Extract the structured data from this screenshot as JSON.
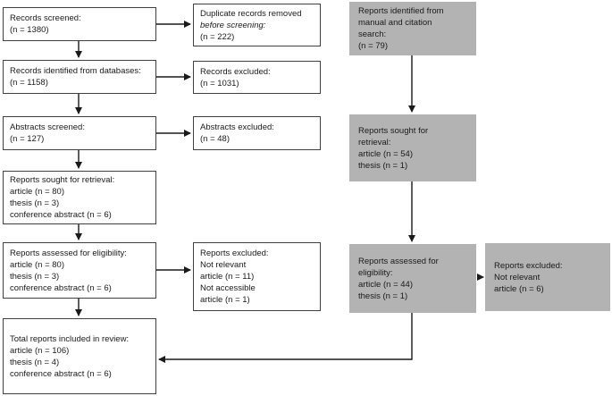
{
  "colors": {
    "gray_box_fill": "#b3b3b3",
    "white_box_border": "#404040",
    "arrow": "#1a1a1a",
    "text": "#1a1a1a",
    "background": "#ffffff"
  },
  "boxes": {
    "records_screened": {
      "lines": [
        "Records screened:",
        "(n = 1380)"
      ]
    },
    "records_identified_databases": {
      "lines": [
        "Records identified from databases:",
        "(n = 1158)"
      ]
    },
    "abstracts_screened": {
      "lines": [
        "Abstracts screened:",
        "(n = 127)"
      ]
    },
    "reports_sought_retrieval": {
      "lines": [
        "Reports sought for retrieval:",
        "article (n = 80)",
        "thesis (n = 3)",
        "conference abstract (n = 6)"
      ]
    },
    "reports_assessed_eligibility": {
      "lines": [
        "Reports assessed for eligibility:",
        "article (n = 80)",
        "thesis (n = 3)",
        "conference abstract (n = 6)"
      ]
    },
    "total_reports_included": {
      "lines": [
        "Total reports included in review:",
        "article (n = 106)",
        "thesis (n = 4)",
        "conference abstract (n = 6)"
      ]
    },
    "duplicate_records_removed": {
      "lines": [
        "Duplicate records removed",
        "before screening:",
        "(n = 222)"
      ]
    },
    "records_excluded": {
      "lines": [
        "Records excluded:",
        "(n = 1031)"
      ]
    },
    "abstracts_excluded": {
      "lines": [
        "Abstracts excluded:",
        "(n = 48)"
      ]
    },
    "reports_excluded_database_arm": {
      "lines": [
        "Reports excluded:",
        "Not relevant",
        "article (n = 11)",
        "Not accessible",
        "article (n = 1)"
      ]
    },
    "reports_identified_manual_citation": {
      "lines": [
        "Reports identified from",
        "manual and citation",
        "search:",
        "(n = 79)"
      ]
    },
    "reports_sought_retrieval_manual": {
      "lines": [
        "Reports sought for",
        "retrieval:",
        "article (n = 54)",
        "thesis (n = 1)"
      ]
    },
    "reports_assessed_eligibility_manual": {
      "lines": [
        "Reports assessed for",
        "eligibility:",
        "article (n = 44)",
        "thesis (n = 1)"
      ]
    },
    "reports_excluded_manual_arm": {
      "lines": [
        "Reports excluded:",
        "Not relevant",
        "article (n = 6)"
      ]
    }
  }
}
